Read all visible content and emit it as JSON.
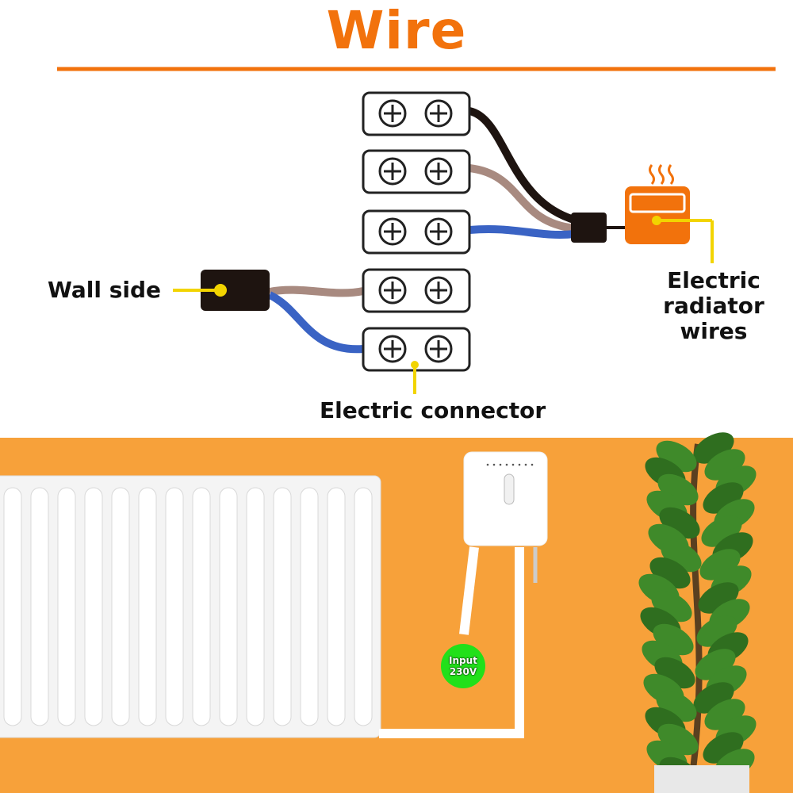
{
  "title": "Wire",
  "labels": {
    "wall_side": "Wall side",
    "electric_connector": "Electric connector",
    "radiator_wires_1": "Electric",
    "radiator_wires_2": "radiator",
    "radiator_wires_3": "wires"
  },
  "badge": {
    "line1": "Input",
    "line2": "230V"
  },
  "colors": {
    "accent": "#f2720c",
    "background_wall": "#f7a13a",
    "wire_black": "#1e1410",
    "wire_brown": "#a88a80",
    "wire_blue": "#3a63c4",
    "pointer_yellow": "#f2d400",
    "badge_green": "#22e01a"
  },
  "icons": [
    "terminal-screw-icon",
    "heater-icon",
    "thermostat-device",
    "radiator",
    "plant"
  ]
}
